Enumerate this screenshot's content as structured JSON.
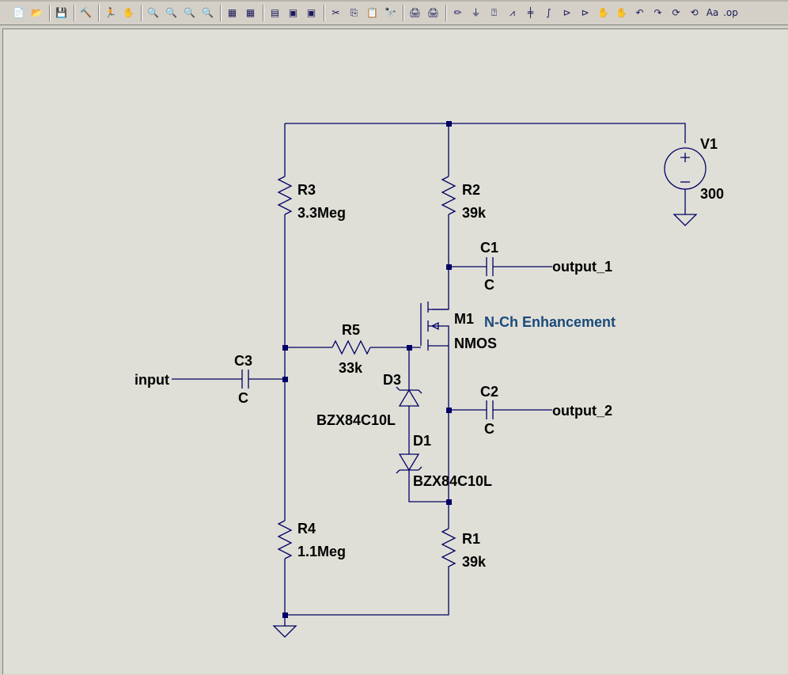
{
  "toolbar": {
    "buttons": [
      {
        "icon": "new-schematic-icon",
        "glyph": "📄"
      },
      {
        "icon": "open-icon",
        "glyph": "📂"
      },
      {
        "icon": "save-icon",
        "glyph": "💾"
      },
      {
        "icon": "control-panel-icon",
        "glyph": "🔨"
      },
      {
        "icon": "run-icon",
        "glyph": "🏃"
      },
      {
        "icon": "halt-icon",
        "glyph": "✋"
      },
      {
        "icon": "zoom-in-icon",
        "glyph": "🔍"
      },
      {
        "icon": "zoom-pan-icon",
        "glyph": "🔍"
      },
      {
        "icon": "zoom-out-icon",
        "glyph": "🔍"
      },
      {
        "icon": "zoom-fit-icon",
        "glyph": "🔍"
      },
      {
        "icon": "autorange-icon",
        "glyph": "▦"
      },
      {
        "icon": "grid-icon",
        "glyph": "▦"
      },
      {
        "icon": "tile-horizontal-icon",
        "glyph": "▤"
      },
      {
        "icon": "cascade-icon",
        "glyph": "▣"
      },
      {
        "icon": "tile-vertical-icon",
        "glyph": "▣"
      },
      {
        "icon": "cut-icon",
        "glyph": "✂"
      },
      {
        "icon": "copy-icon",
        "glyph": "⎘"
      },
      {
        "icon": "paste-icon",
        "glyph": "📋"
      },
      {
        "icon": "find-icon",
        "glyph": "🔭"
      },
      {
        "icon": "print-setup-icon",
        "glyph": "🖨"
      },
      {
        "icon": "print-icon",
        "glyph": "🖨"
      },
      {
        "icon": "draw-wire-icon",
        "glyph": "✏"
      },
      {
        "icon": "ground-icon",
        "glyph": "⏚"
      },
      {
        "icon": "label-net-icon",
        "glyph": "⍰"
      },
      {
        "icon": "resistor-icon",
        "glyph": "⩘"
      },
      {
        "icon": "capacitor-icon",
        "glyph": "╪"
      },
      {
        "icon": "inductor-icon",
        "glyph": "∫"
      },
      {
        "icon": "diode-icon",
        "glyph": "⊳"
      },
      {
        "icon": "component-icon",
        "glyph": "⊳"
      },
      {
        "icon": "move-icon",
        "glyph": "✋"
      },
      {
        "icon": "drag-icon",
        "glyph": "✋"
      },
      {
        "icon": "undo-icon",
        "glyph": "↶"
      },
      {
        "icon": "redo-icon",
        "glyph": "↷"
      },
      {
        "icon": "rotate-icon",
        "glyph": "⟳"
      },
      {
        "icon": "mirror-icon",
        "glyph": "⟲"
      },
      {
        "icon": "text-icon",
        "glyph": "Aa"
      },
      {
        "icon": "spice-directive-icon",
        "glyph": ".op"
      }
    ]
  },
  "schematic": {
    "labels": {
      "v1_name": "V1",
      "v1_value": "300",
      "r3_name": "R3",
      "r3_value": "3.3Meg",
      "r2_name": "R2",
      "r2_value": "39k",
      "c1_name": "C1",
      "c1_value": "C",
      "output1": "output_1",
      "m1_name": "M1",
      "m1_model": "NMOS",
      "m1_desc": "N-Ch Enhancement",
      "r5_name": "R5",
      "r5_value": "33k",
      "c3_name": "C3",
      "c3_value": "C",
      "input": "input",
      "d3_name": "D3",
      "d3_value": "BZX84C10L",
      "c2_name": "C2",
      "c2_value": "C",
      "output2": "output_2",
      "d1_name": "D1",
      "d1_value": "BZX84C10L",
      "r4_name": "R4",
      "r4_value": "1.1Meg",
      "r1_name": "R1",
      "r1_value": "39k"
    },
    "colors": {
      "wire": "#000040",
      "component": "#000066",
      "label": "#000000",
      "model_text": "#1a4a7a",
      "background": "#e0dfd7"
    }
  }
}
